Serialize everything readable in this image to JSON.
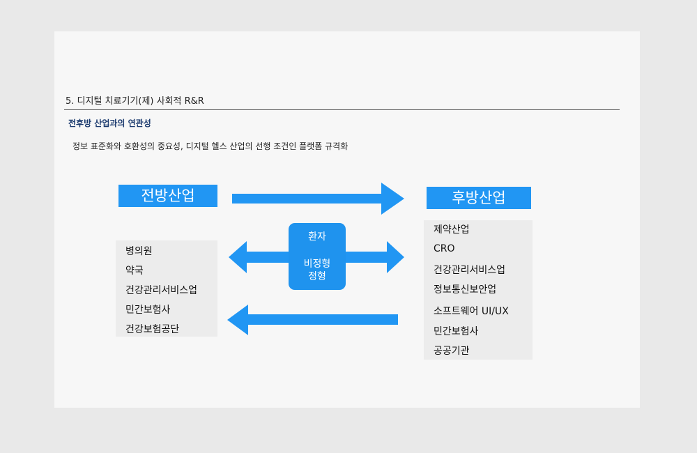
{
  "header": {
    "title": "5. 디지털 치료기기(제) 사회적 R&R",
    "subtitle": "전후방 산업과의 연관성",
    "description": "정보 표준화와 호환성의 중요성, 디지털 헬스 산업의 선행 조건인 플랫폼 규격화"
  },
  "diagram": {
    "left_title": "전방산업",
    "right_title": "후방산업",
    "left_items": [
      "병의원",
      "약국",
      "건강관리서비스업",
      "민간보험사",
      "건강보험공단"
    ],
    "right_items": [
      "제약산업",
      "CRO",
      "건강관리서비스업",
      "정보통신보안업",
      "소프트웨어 UI/UX",
      "민간보험사",
      "공공기관"
    ],
    "center": {
      "line1": "환자",
      "line2": "비정형",
      "line3": "정형"
    },
    "colors": {
      "accent": "#2196f3",
      "center_box": "#1f93ee",
      "list_bg": "#ececec"
    }
  }
}
